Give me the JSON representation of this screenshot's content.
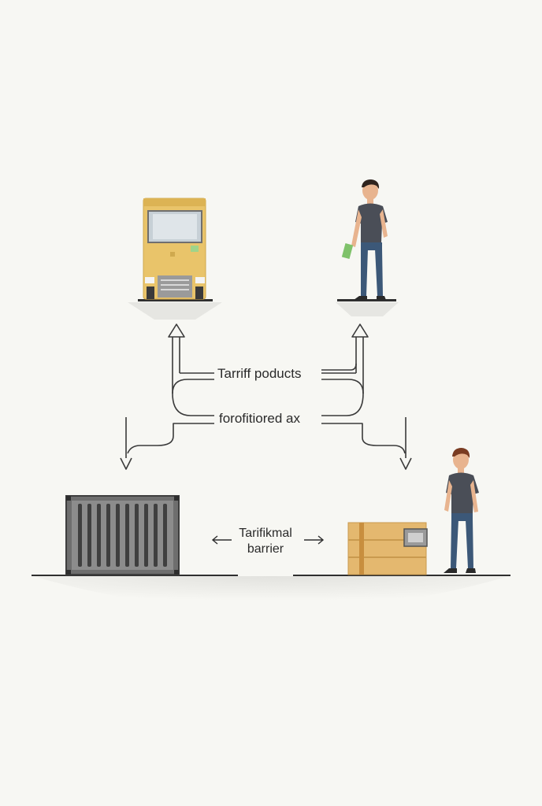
{
  "labels": {
    "top_flow": "Tarriff poducts",
    "middle_flow": "forofitiored ax",
    "barrier_line1": "Tarifikmal",
    "barrier_line2": "barrier"
  },
  "icons": {
    "truck": "truck-front-icon",
    "person_top": "person-holding-cash-icon",
    "container": "shipping-container-icon",
    "crate": "wooden-crate-icon",
    "person_bottom": "person-standing-icon"
  },
  "colors": {
    "background": "#f7f7f3",
    "truck_body": "#e9c46a",
    "container_body": "#6e6e6e",
    "crate_body": "#e4b86f",
    "shirt": "#4a4e57",
    "jeans": "#3c5878",
    "line": "#3a3a3a"
  }
}
